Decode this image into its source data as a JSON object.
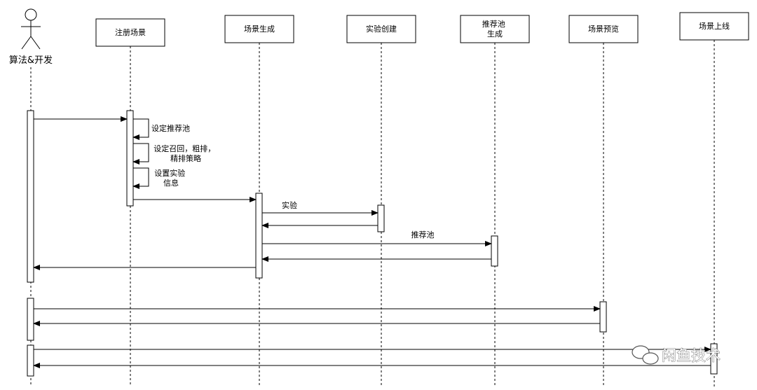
{
  "actor": {
    "label": "算法&开发"
  },
  "participants": [
    {
      "id": "register",
      "label": [
        "注册场景"
      ]
    },
    {
      "id": "gen",
      "label": [
        "场景生成"
      ]
    },
    {
      "id": "exp",
      "label": [
        "实验创建"
      ]
    },
    {
      "id": "pool",
      "label": [
        "推荐池",
        "生成"
      ]
    },
    {
      "id": "preview",
      "label": [
        "场景预览"
      ]
    },
    {
      "id": "online",
      "label": [
        "场景上线"
      ]
    }
  ],
  "self_messages": [
    {
      "label": [
        "设定推荐池"
      ]
    },
    {
      "label": [
        "设定召回，粗排，",
        "精排策略"
      ]
    },
    {
      "label": [
        "设置实验",
        "信息"
      ]
    }
  ],
  "messages": [
    {
      "from": "actor",
      "to": "register",
      "label": ""
    },
    {
      "from": "register",
      "to": "gen",
      "label": ""
    },
    {
      "from": "gen",
      "to": "exp",
      "label": "实验"
    },
    {
      "from": "exp",
      "to": "gen",
      "label": ""
    },
    {
      "from": "gen",
      "to": "pool",
      "label": "推荐池"
    },
    {
      "from": "pool",
      "to": "gen",
      "label": ""
    },
    {
      "from": "gen",
      "to": "actor",
      "label": ""
    },
    {
      "from": "actor",
      "to": "preview",
      "label": ""
    },
    {
      "from": "preview",
      "to": "actor",
      "label": ""
    },
    {
      "from": "actor",
      "to": "online",
      "label": ""
    },
    {
      "from": "online",
      "to": "actor",
      "label": ""
    }
  ],
  "watermark": {
    "text": "闲鱼技术",
    "icon": "wechat-icon"
  }
}
